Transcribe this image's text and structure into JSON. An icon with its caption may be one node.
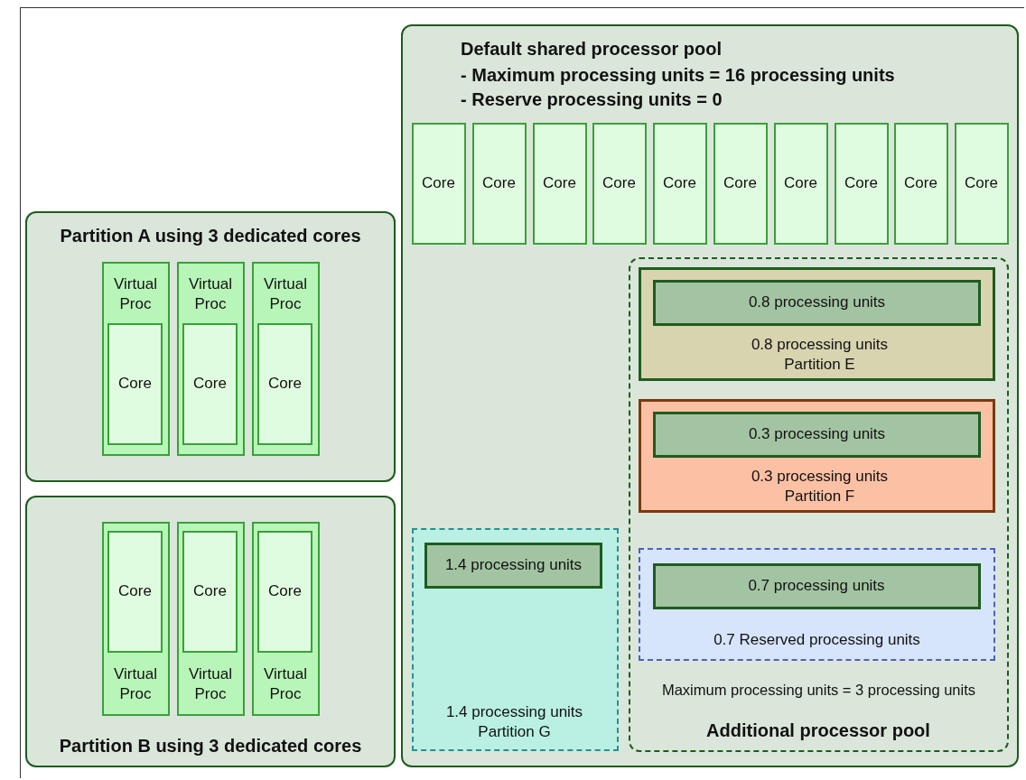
{
  "diagram": {
    "nodes": [
      {
        "text": [
          "Partition A using 3 dedicated cores"
        ]
      },
      {
        "text": [
          "Virtual Proc"
        ],
        "in": 0
      },
      {
        "text": [
          "Core"
        ],
        "in": 1
      },
      {
        "text": [
          "Virtual Proc"
        ],
        "in": 0
      },
      {
        "text": [
          "Core"
        ],
        "in": 3
      },
      {
        "text": [
          "Virtual Proc"
        ],
        "in": 0
      },
      {
        "text": [
          "Core"
        ],
        "in": 5
      },
      {
        "text": [
          "Partition B using 3 dedicated cores"
        ]
      },
      {
        "text": [
          "Virtual Proc"
        ],
        "in": 7
      },
      {
        "text": [
          "Core"
        ],
        "in": 8
      },
      {
        "text": [
          "Virtual Proc"
        ],
        "in": 7
      },
      {
        "text": [
          "Core"
        ],
        "in": 10
      },
      {
        "text": [
          "Virtual Proc"
        ],
        "in": 7
      },
      {
        "text": [
          "Core"
        ],
        "in": 12
      },
      {
        "text": [
          "Default shared processor pool",
          "- Maximum processing units = 16 processing units",
          "- Reserve processing units = 0"
        ]
      },
      {
        "text": [
          "Core"
        ],
        "in": 14
      },
      {
        "text": [
          "Core"
        ],
        "in": 14
      },
      {
        "text": [
          "Core"
        ],
        "in": 14
      },
      {
        "text": [
          "Core"
        ],
        "in": 14
      },
      {
        "text": [
          "Core"
        ],
        "in": 14
      },
      {
        "text": [
          "Core"
        ],
        "in": 14
      },
      {
        "text": [
          "Core"
        ],
        "in": 14
      },
      {
        "text": [
          "Core"
        ],
        "in": 14
      },
      {
        "text": [
          "Core"
        ],
        "in": 14
      },
      {
        "text": [
          "Core"
        ],
        "in": 14
      },
      {
        "text": [
          "1.4 processing units Partition G"
        ],
        "in": 14
      },
      {
        "text": [
          "1.4 processing units"
        ],
        "in": 25
      },
      {
        "text": [
          "Maximum processing units = 3 processing units",
          "Additional processor pool"
        ],
        "in": 14
      },
      {
        "text": [
          "0.8 processing units Partition E"
        ],
        "in": 27
      },
      {
        "text": [
          "0.8 processing units"
        ],
        "in": 28
      },
      {
        "text": [
          "0.3 processing units Partition F"
        ],
        "in": 27
      },
      {
        "text": [
          "0.3 processing units"
        ],
        "in": 30
      },
      {
        "text": [
          "0.7 Reserved processing units"
        ],
        "in": 27
      },
      {
        "text": [
          "0.7 processing units"
        ],
        "in": 32
      }
    ]
  }
}
